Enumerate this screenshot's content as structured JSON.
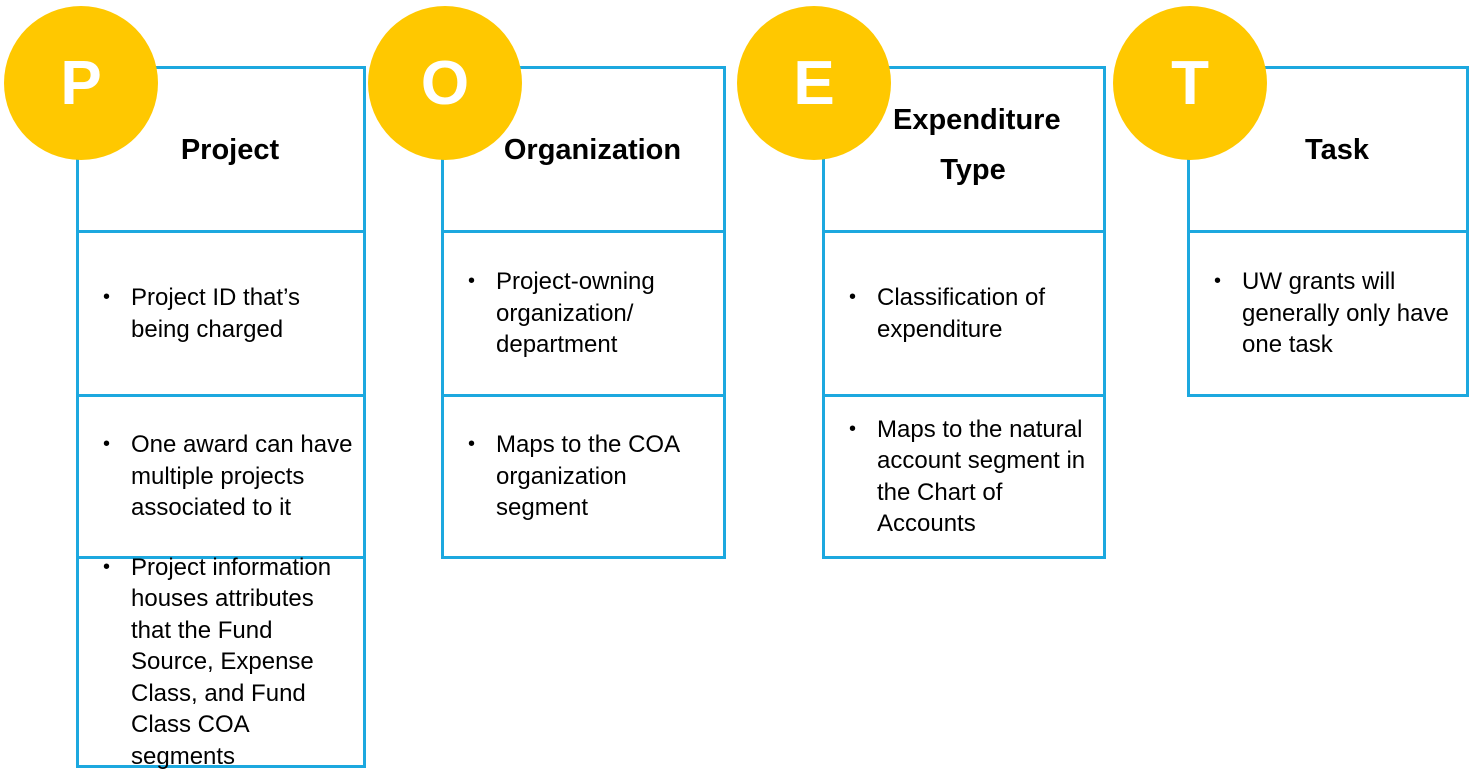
{
  "columns": [
    {
      "letter": "P",
      "title": "Project",
      "cells": [
        "Project ID that’s being charged",
        "One award can have multiple projects associated to it",
        "Project information houses attributes that the Fund Source, Expense Class, and Fund Class COA segments"
      ]
    },
    {
      "letter": "O",
      "title": "Organization",
      "cells": [
        "Project-owning organization/ department",
        "Maps to the COA organization segment"
      ]
    },
    {
      "letter": "E",
      "title": "Expenditure Type",
      "cells": [
        "Classification of expenditure",
        "Maps to the natural account segment in the Chart of Accounts"
      ]
    },
    {
      "letter": "T",
      "title": "Task",
      "cells": [
        "UW grants will generally only have one task"
      ]
    }
  ],
  "colors": {
    "circle": "#ffc800",
    "border": "#1ca8df",
    "letter": "#ffffff"
  }
}
